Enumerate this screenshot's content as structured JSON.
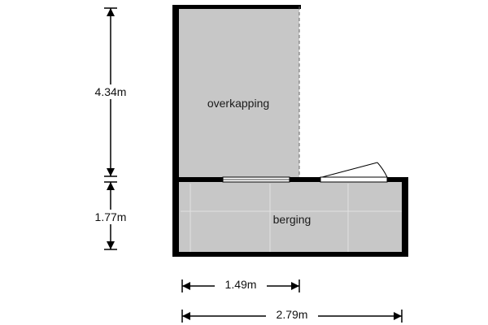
{
  "rooms": {
    "overkapping": {
      "label": "overkapping"
    },
    "berging": {
      "label": "berging"
    }
  },
  "dimensions": {
    "vertical_top": {
      "label": "4.34m"
    },
    "vertical_bottom": {
      "label": "1.77m"
    },
    "horizontal_upper": {
      "label": "1.49m"
    },
    "horizontal_lower": {
      "label": "2.79m"
    }
  },
  "colors": {
    "floor": "#c7c7c7",
    "wall": "#000000",
    "background": "#ffffff"
  }
}
